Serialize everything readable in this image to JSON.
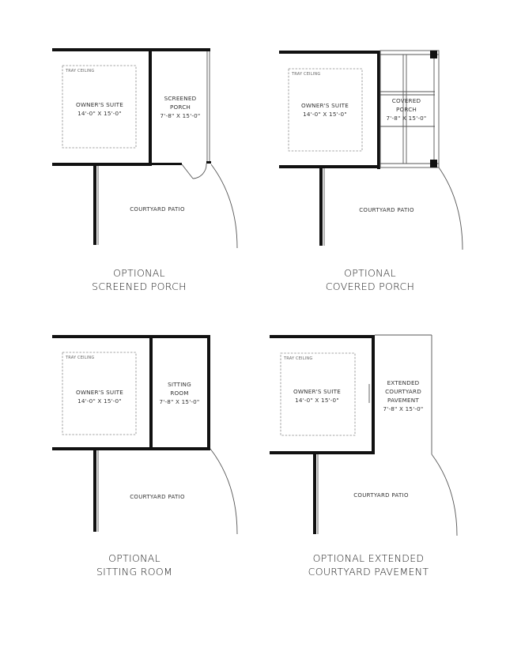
{
  "plans": [
    {
      "tray_label": "TRAY CEILING",
      "suite_name": "OWNER'S SUITE",
      "suite_dims": "14'-0\" X 15'-0\"",
      "option_name_1": "SCREENED",
      "option_name_2": "PORCH",
      "option_dims": "7'-8\" X 15'-0\"",
      "patio_label": "COURTYARD PATIO",
      "caption_1": "OPTIONAL",
      "caption_2": "SCREENED PORCH"
    },
    {
      "tray_label": "TRAY CEILING",
      "suite_name": "OWNER'S SUITE",
      "suite_dims": "14'-0\" X 15'-0\"",
      "option_name_1": "COVERED",
      "option_name_2": "PORCH",
      "option_dims": "7'-8\" X 15'-0\"",
      "patio_label": "COURTYARD PATIO",
      "caption_1": "OPTIONAL",
      "caption_2": "COVERED PORCH"
    },
    {
      "tray_label": "TRAY CEILING",
      "suite_name": "OWNER'S SUITE",
      "suite_dims": "14'-0\" X 15'-0\"",
      "option_name_1": "SITTING",
      "option_name_2": "ROOM",
      "option_dims": "7'-8\" X 15'-0\"",
      "patio_label": "COURTYARD PATIO",
      "caption_1": "OPTIONAL",
      "caption_2": "SITTING ROOM"
    },
    {
      "tray_label": "TRAY CEILING",
      "suite_name": "OWNER'S SUITE",
      "suite_dims": "14'-0\" X 15'-0\"",
      "option_name_1": "EXTENDED",
      "option_name_2": "COURTYARD",
      "option_name_3": "PAVEMENT",
      "option_dims": "7'-8\" X 15'-0\"",
      "patio_label": "COURTYARD PATIO",
      "caption_1": "OPTIONAL EXTENDED",
      "caption_2": "COURTYARD PAVEMENT"
    }
  ]
}
